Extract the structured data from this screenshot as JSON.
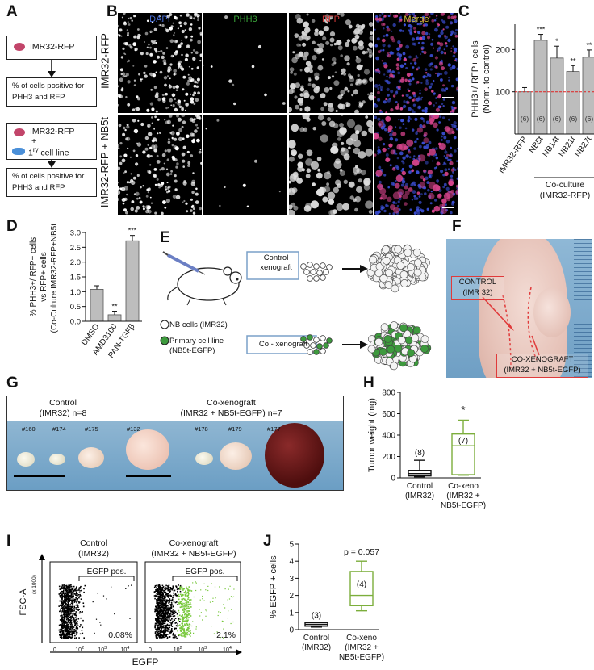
{
  "panels": {
    "A": "A",
    "B": "B",
    "C": "C",
    "D": "D",
    "E": "E",
    "F": "F",
    "G": "G",
    "H": "H",
    "I": "I",
    "J": "J"
  },
  "panelA": {
    "box1": "IMR32-RFP",
    "box2": "% of cells positive for PHH3 and RFP",
    "box3a": "IMR32-RFP",
    "box3plus": "+",
    "box3b": "1",
    "box3sup": "ry",
    "box3c": " cell line",
    "box4": "% of cells positive for PHH3 and RFP"
  },
  "panelB": {
    "columns": [
      "DAPI",
      "PHH3",
      "RFP",
      "Merge"
    ],
    "column_colors": [
      "#4a6fd8",
      "#3aa53a",
      "#d93a3a",
      "#d8c23a"
    ],
    "rows": [
      "IMR32-RFP",
      "IMR32-RFP + NB5t"
    ]
  },
  "panelE": {
    "control_label": "Control xenograft",
    "coxeno_label": "Co - xenograft",
    "legend_nb": "NB cells (IMR32)",
    "legend_primary_1": "Primary cell line",
    "legend_primary_2": "(NB5t-EGFP)"
  },
  "panelF": {
    "control_1": "CONTROL",
    "control_2": "(IMR 32)",
    "coxeno_1": "CO-XENOGRAFT",
    "coxeno_2": "(IMR32 + NB5t-EGFP)"
  },
  "panelG": {
    "control_1": "Control",
    "control_2": "(IMR32) n=8",
    "coxeno_1": "Co-xenograft",
    "coxeno_2": "(IMR32 + NB5t-EGFP) n=7",
    "ids": [
      "#160",
      "#174",
      "#175",
      "#132",
      "#178",
      "#179",
      "#177"
    ]
  },
  "panelI": {
    "left_title_1": "Control",
    "left_title_2": "(IMR32)",
    "right_title_1": "Co-xenograft",
    "right_title_2": "(IMR32 + NB5t-EGFP)",
    "gate_label": "EGFP pos.",
    "left_pct": "0.08%",
    "right_pct": "2.1%",
    "ylabel": "FSC-A",
    "ylabel_unit": "(x 1000)",
    "xlabel": "EGFP",
    "xticks": [
      "0",
      "10",
      "10",
      "10"
    ],
    "xtick_sup": [
      "",
      "2",
      "3",
      "4"
    ]
  },
  "chart_data": [
    {
      "id": "C",
      "type": "bar",
      "categories": [
        "IMR32-RFP",
        "NB5t",
        "NB14t",
        "NB21t",
        "NB27t"
      ],
      "values": [
        100,
        222,
        180,
        148,
        182
      ],
      "errors": [
        10,
        14,
        28,
        14,
        17
      ],
      "n_labels": [
        "(6)",
        "(6)",
        "(6)",
        "(6)",
        "(6)"
      ],
      "significance": [
        "",
        "***",
        "*",
        "**",
        "**"
      ],
      "ylabel_1": "PHH3+/ RFP+ cells",
      "ylabel_2": "(Norm. to control)",
      "ylim": [
        0,
        260
      ],
      "yticks": [
        100,
        200
      ],
      "reference_line": 100,
      "group_label_1": "Co-culture",
      "group_label_2": "(IMR32-RFP)",
      "bar_color": "#bdbdbd"
    },
    {
      "id": "D",
      "type": "bar",
      "categories": [
        "DMSO",
        "AMD3100",
        "PAN-TGFβ"
      ],
      "values": [
        1.08,
        0.22,
        2.72
      ],
      "errors": [
        0.12,
        0.12,
        0.18
      ],
      "significance": [
        "",
        "**",
        "***"
      ],
      "ylabel_1": "% PHH3+/ RFP+ cells",
      "ylabel_2": "vs  RFP+ cells",
      "ylabel_3": "(Co-Culture IMR32-RFP+NB5t)",
      "ylim": [
        0,
        3.0
      ],
      "yticks": [
        "0.0",
        "0.5",
        "1.0",
        "1.5",
        "2.0",
        "2.5",
        "3.0"
      ],
      "bar_color": "#bdbdbd"
    },
    {
      "id": "H",
      "type": "box",
      "categories_1": [
        "Control",
        "Co-xeno"
      ],
      "categories_2": [
        "(IMR32)",
        "(IMR32 +"
      ],
      "categories_3": [
        "",
        "NB5t-EGFP)"
      ],
      "boxes": [
        {
          "min": 10,
          "q1": 18,
          "median": 40,
          "q3": 70,
          "max": 165,
          "n": "(8)",
          "color": "#111111"
        },
        {
          "min": 25,
          "q1": 30,
          "median": 300,
          "q3": 410,
          "max": 540,
          "n": "(7)",
          "color": "#7cae3c"
        }
      ],
      "significance": "*",
      "ylabel": "Tumor weight (mg)",
      "ylim": [
        0,
        800
      ],
      "yticks": [
        "0",
        "200",
        "400",
        "600",
        "800"
      ]
    },
    {
      "id": "J",
      "type": "box",
      "categories_1": [
        "Control",
        "Co-xeno"
      ],
      "categories_2": [
        "(IMR32)",
        "(IMR32 +"
      ],
      "categories_3": [
        "",
        "NB5t-EGFP)"
      ],
      "boxes": [
        {
          "min": 0.15,
          "q1": 0.2,
          "median": 0.3,
          "q3": 0.4,
          "max": 0.4,
          "n": "(3)",
          "color": "#111111"
        },
        {
          "min": 1.1,
          "q1": 1.4,
          "median": 2.0,
          "q3": 3.4,
          "max": 4.0,
          "n": "(4)",
          "color": "#7cae3c"
        }
      ],
      "pvalue": "p = 0.057",
      "ylabel": "% EGFP + cells",
      "ylim": [
        0,
        5
      ],
      "yticks": [
        "0",
        "1",
        "2",
        "3",
        "4",
        "5"
      ]
    }
  ]
}
